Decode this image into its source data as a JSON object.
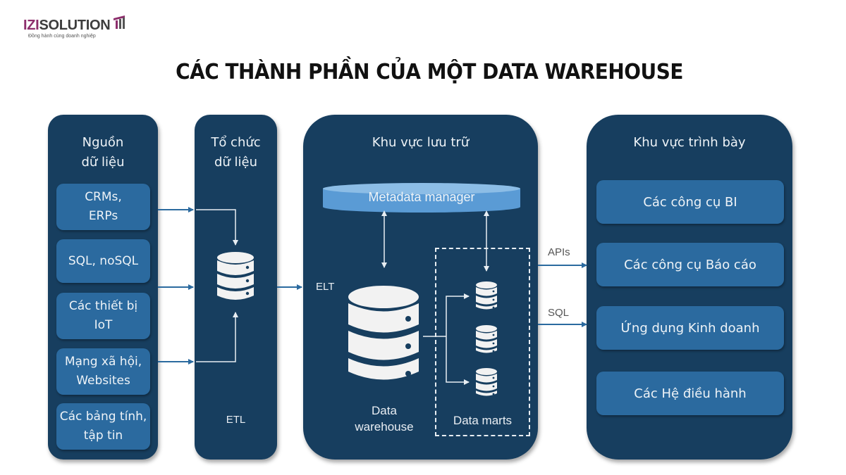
{
  "logo": {
    "brand_prefix": "IZI",
    "brand_suffix": "SOLUTION",
    "tagline": "Đồng hành cùng doanh nghiệp"
  },
  "title": "CÁC THÀNH PHẦN CỦA MỘT DATA WAREHOUSE",
  "colors": {
    "panel": "#173e5f",
    "box": "#2b6a9f",
    "metadata": "#5a9bd5",
    "connector": "#2b6a9f",
    "brand_accent": "#8d2e6c"
  },
  "sources": {
    "title_line1": "Nguồn",
    "title_line2": "dữ liệu",
    "items": [
      {
        "line1": "CRMs,",
        "line2": "ERPs"
      },
      {
        "line1": "SQL, noSQL",
        "line2": ""
      },
      {
        "line1": "Các thiết bị",
        "line2": "IoT"
      },
      {
        "line1": "Mạng xã hội,",
        "line2": "Websites"
      },
      {
        "line1": "Các bảng tính,",
        "line2": "tập tin"
      }
    ]
  },
  "organization": {
    "title_line1": "Tổ chức",
    "title_line2": "dữ liệu",
    "process_label": "ETL",
    "icon": "database-icon"
  },
  "storage": {
    "title": "Khu vực lưu trữ",
    "elt_label": "ELT",
    "metadata_label": "Metadata manager",
    "warehouse_label_line1": "Data",
    "warehouse_label_line2": "warehouse",
    "marts_label": "Data marts"
  },
  "connectors": {
    "apis_label": "APIs",
    "sql_label": "SQL"
  },
  "presentation": {
    "title": "Khu vực trình bày",
    "items": [
      "Các công cụ BI",
      "Các công cụ Báo cáo",
      "Ứng dụng Kinh doanh",
      "Các Hệ điều hành"
    ]
  }
}
